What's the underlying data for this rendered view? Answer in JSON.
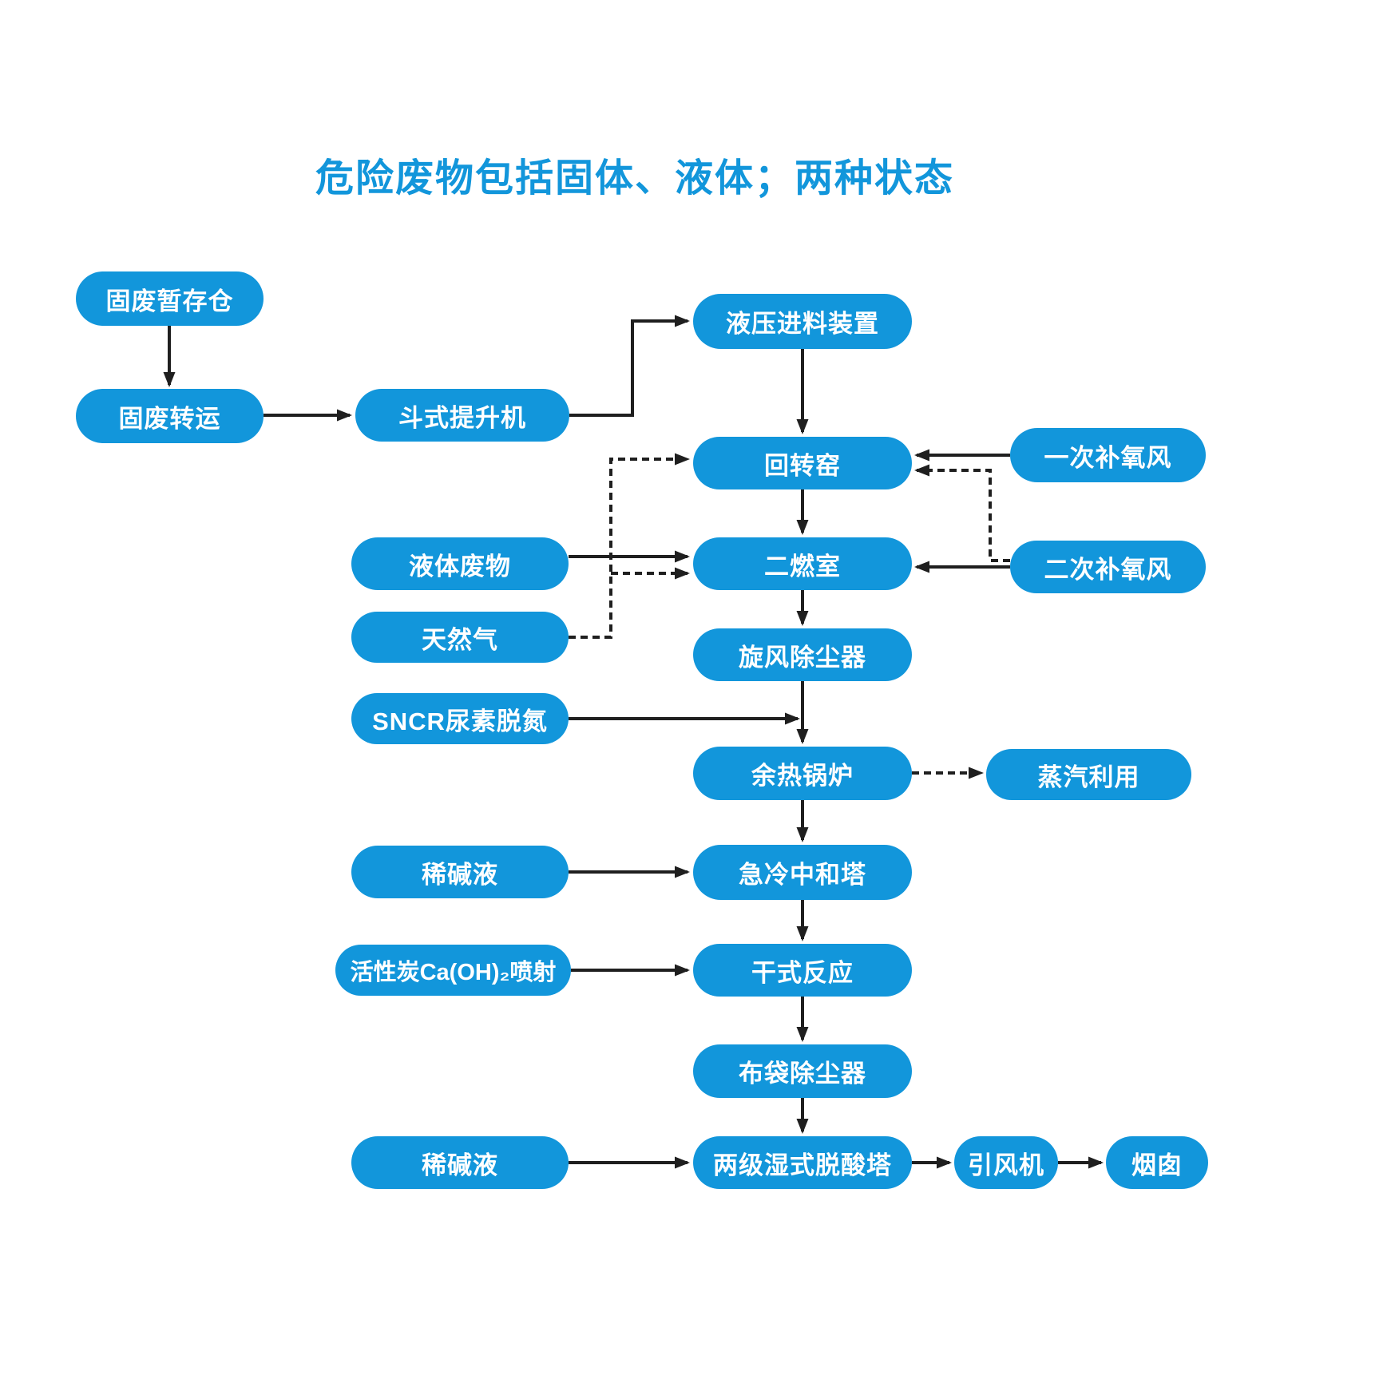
{
  "title": "危险废物包括固体、液体；两种状态",
  "colors": {
    "node_fill": "#1296db",
    "node_text": "#ffffff",
    "title_text": "#1296db",
    "arrow": "#1f1f1f",
    "background": "#ffffff"
  },
  "nodes": [
    {
      "id": "solid-waste-storage",
      "label": "固废暂存仓"
    },
    {
      "id": "solid-waste-transfer",
      "label": "固废转运"
    },
    {
      "id": "bucket-elevator",
      "label": "斗式提升机"
    },
    {
      "id": "hydraulic-feeder",
      "label": "液压进料装置"
    },
    {
      "id": "rotary-kiln",
      "label": "回转窑"
    },
    {
      "id": "secondary-combustion-chamber",
      "label": "二燃室"
    },
    {
      "id": "cyclone-dust-collector",
      "label": "旋风除尘器"
    },
    {
      "id": "waste-heat-boiler",
      "label": "余热锅炉"
    },
    {
      "id": "steam-utilization",
      "label": "蒸汽利用"
    },
    {
      "id": "quench-neutralization-tower",
      "label": "急冷中和塔"
    },
    {
      "id": "dry-reaction",
      "label": "干式反应"
    },
    {
      "id": "bag-filter",
      "label": "布袋除尘器"
    },
    {
      "id": "two-stage-wet-deacidification-tower",
      "label": "两级湿式脱酸塔"
    },
    {
      "id": "liquid-waste",
      "label": "液体废物"
    },
    {
      "id": "natural-gas",
      "label": "天然气"
    },
    {
      "id": "sncr-urea-denitrification",
      "label": "SNCR尿素脱氮"
    },
    {
      "id": "dilute-alkali-top",
      "label": "稀碱液"
    },
    {
      "id": "activated-carbon-injection",
      "label": "活性炭Ca(OH)₂喷射"
    },
    {
      "id": "dilute-alkali-bottom",
      "label": "稀碱液"
    },
    {
      "id": "primary-oxygen-air",
      "label": "一次补氧风"
    },
    {
      "id": "secondary-oxygen-air",
      "label": "二次补氧风"
    },
    {
      "id": "induced-draft-fan",
      "label": "引风机"
    },
    {
      "id": "chimney",
      "label": "烟囱"
    }
  ],
  "connections": [
    {
      "from": "固废暂存仓",
      "to": "固废转运",
      "style": "solid"
    },
    {
      "from": "固废转运",
      "to": "斗式提升机",
      "style": "solid"
    },
    {
      "from": "斗式提升机",
      "to": "液压进料装置",
      "style": "solid"
    },
    {
      "from": "液压进料装置",
      "to": "回转窑",
      "style": "solid"
    },
    {
      "from": "回转窑",
      "to": "二燃室",
      "style": "solid"
    },
    {
      "from": "二燃室",
      "to": "旋风除尘器",
      "style": "solid"
    },
    {
      "from": "旋风除尘器",
      "to": "余热锅炉",
      "style": "solid"
    },
    {
      "from": "SNCR尿素脱氮",
      "to": "余热锅炉",
      "style": "solid"
    },
    {
      "from": "液体废物",
      "to": "二燃室",
      "style": "solid"
    },
    {
      "from": "天然气",
      "to": "回转窑",
      "style": "dashed"
    },
    {
      "from": "天然气",
      "to": "二燃室",
      "style": "dashed"
    },
    {
      "from": "一次补氧风",
      "to": "回转窑",
      "style": "solid"
    },
    {
      "from": "二次补氧风",
      "to": "回转窑",
      "style": "dashed"
    },
    {
      "from": "二次补氧风",
      "to": "二燃室",
      "style": "solid"
    },
    {
      "from": "余热锅炉",
      "to": "蒸汽利用",
      "style": "dashed"
    },
    {
      "from": "余热锅炉",
      "to": "急冷中和塔",
      "style": "solid"
    },
    {
      "from": "稀碱液",
      "to": "急冷中和塔",
      "style": "solid"
    },
    {
      "from": "急冷中和塔",
      "to": "干式反应",
      "style": "solid"
    },
    {
      "from": "活性炭Ca(OH)₂喷射",
      "to": "干式反应",
      "style": "solid"
    },
    {
      "from": "干式反应",
      "to": "布袋除尘器",
      "style": "solid"
    },
    {
      "from": "布袋除尘器",
      "to": "两级湿式脱酸塔",
      "style": "solid"
    },
    {
      "from": "稀碱液",
      "to": "两级湿式脱酸塔",
      "style": "solid"
    },
    {
      "from": "两级湿式脱酸塔",
      "to": "引风机",
      "style": "solid"
    },
    {
      "from": "引风机",
      "to": "烟囱",
      "style": "solid"
    }
  ]
}
